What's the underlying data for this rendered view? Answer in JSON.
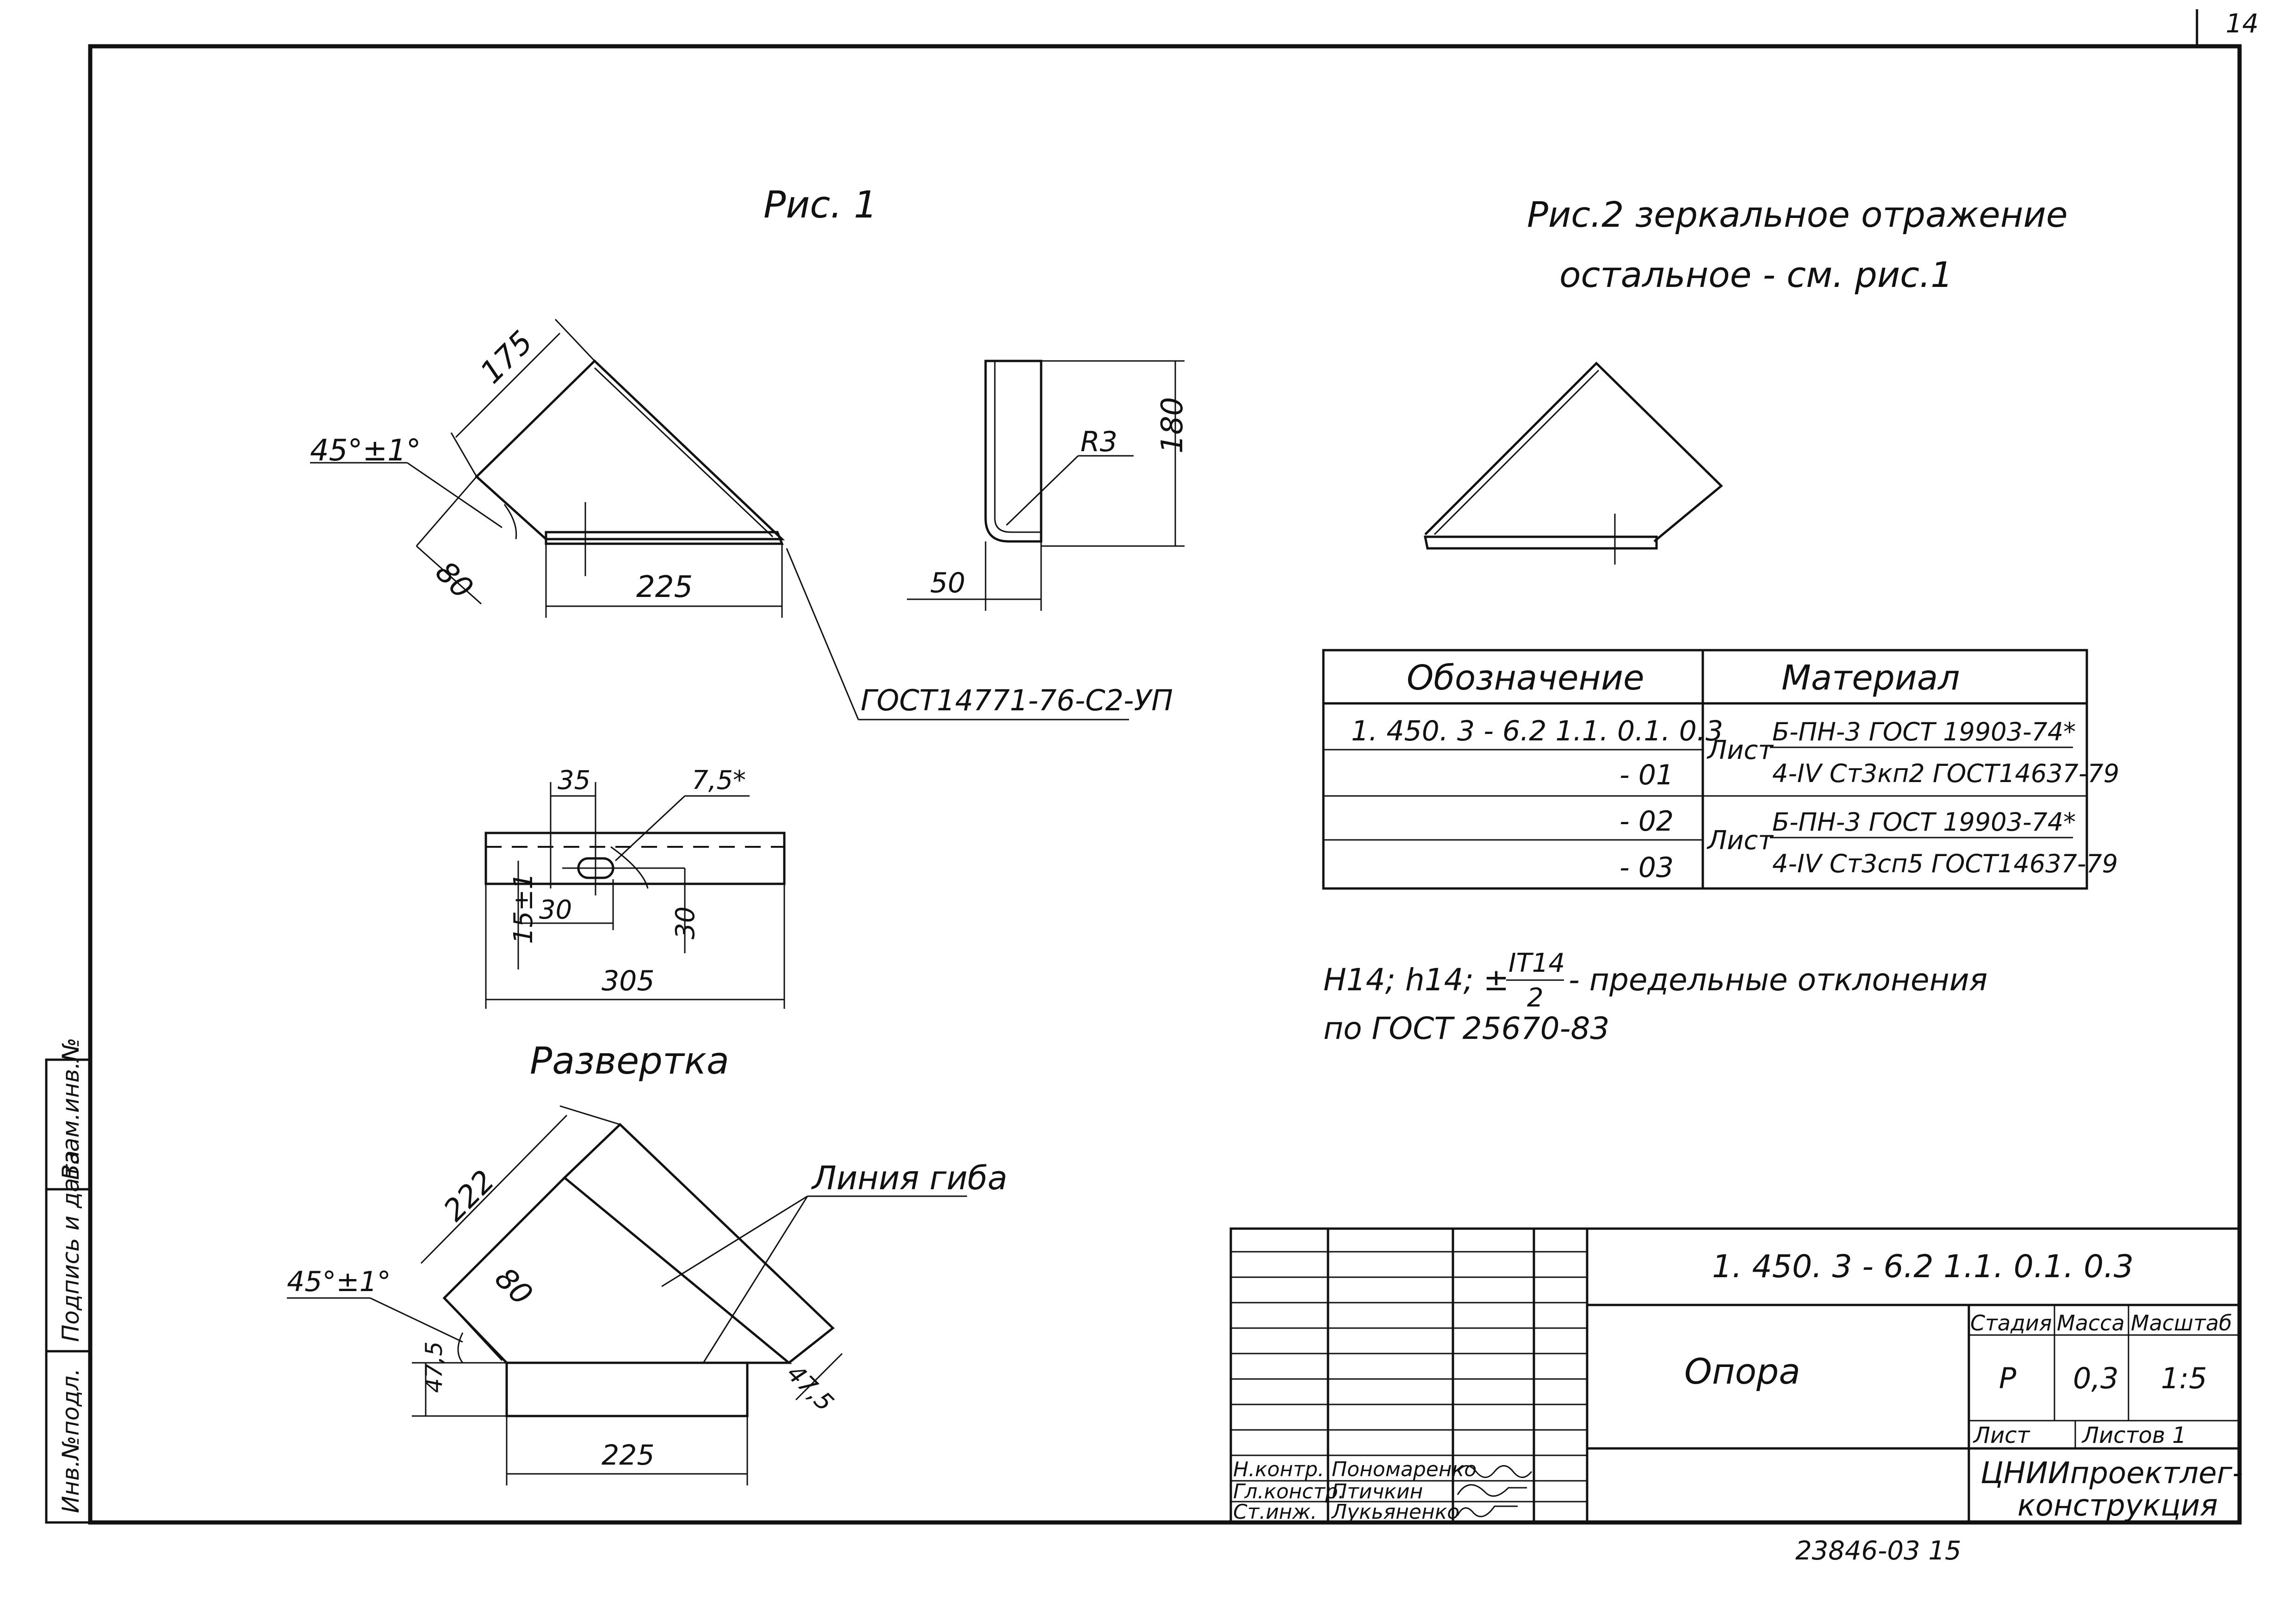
{
  "sheet_number": "14",
  "fig1": {
    "title": "Рис. 1",
    "dims": {
      "d175": "175",
      "angle": "45°±1°",
      "d80": "80",
      "d225": "225",
      "d180": "180",
      "r3": "R3",
      "d50": "50"
    },
    "gost_callout": "ГОСТ14771-76-С2-УП"
  },
  "fig2": {
    "title_line1": "Рис.2  зеркальное отражение",
    "title_line2": "остальное - см. рис.1"
  },
  "unfold": {
    "dims": {
      "d35": "35",
      "d7_5": "7,5*",
      "d15": "15±1",
      "d30a": "30",
      "d30b": "30",
      "d305": "305"
    },
    "title": "Развертка"
  },
  "bend": {
    "label": "Линия гиба",
    "dims": {
      "d222": "222",
      "d80": "80",
      "angle": "45°±1°",
      "d47_5a": "47,5",
      "d47_5b": "47,5",
      "d225": "225"
    }
  },
  "spec_table": {
    "headers": [
      "Обозначение",
      "Материал"
    ],
    "rows": [
      {
        "designation": "1. 450. 3 - 6.2   1.1. 0.1. 0.3"
      },
      {
        "designation": "- 01"
      },
      {
        "designation": "- 02"
      },
      {
        "designation": "- 03"
      }
    ],
    "materials": [
      {
        "prefix": "Лист",
        "top": "Б-ПН-3  ГОСТ 19903-74*",
        "bottom": "4-IV Ст3кп2 ГОСТ14637-79"
      },
      {
        "prefix": "Лист",
        "top": "Б-ПН-3  ГОСТ 19903-74*",
        "bottom": "4-IV Ст3сп5 ГОСТ14637-79"
      }
    ]
  },
  "tolerance_note": {
    "part1": "Н14; h14; ±",
    "frac_num": "IT14",
    "frac_den": "2",
    "part2": "- предельные отклонения",
    "line2": "по  ГОСТ 25670-83"
  },
  "side_stamp": {
    "inv": "Инв.№подл.",
    "sign": "Подпись и дата",
    "vzam": "Взам.инв.№"
  },
  "title_block": {
    "code": "1. 450. 3 - 6.2   1.1. 0.1. 0.3",
    "name": "Опора",
    "stage_label": "Стадия",
    "mass_label": "Масса",
    "scale_label": "Масштаб",
    "stage": "Р",
    "mass": "0,3",
    "scale": "1:5",
    "sheet_label": "Лист",
    "sheets_label": "Листов 1",
    "org_line1": "ЦНИИпроектлег-",
    "org_line2": "конструкция",
    "people": [
      {
        "role": "Н.контр.",
        "name": "Пономаренко"
      },
      {
        "role": "Гл.констр.",
        "name": "Птичкин"
      },
      {
        "role": "Ст.инж.",
        "name": "Лукьяненко"
      }
    ]
  },
  "bottom_number": "23846-03    15"
}
